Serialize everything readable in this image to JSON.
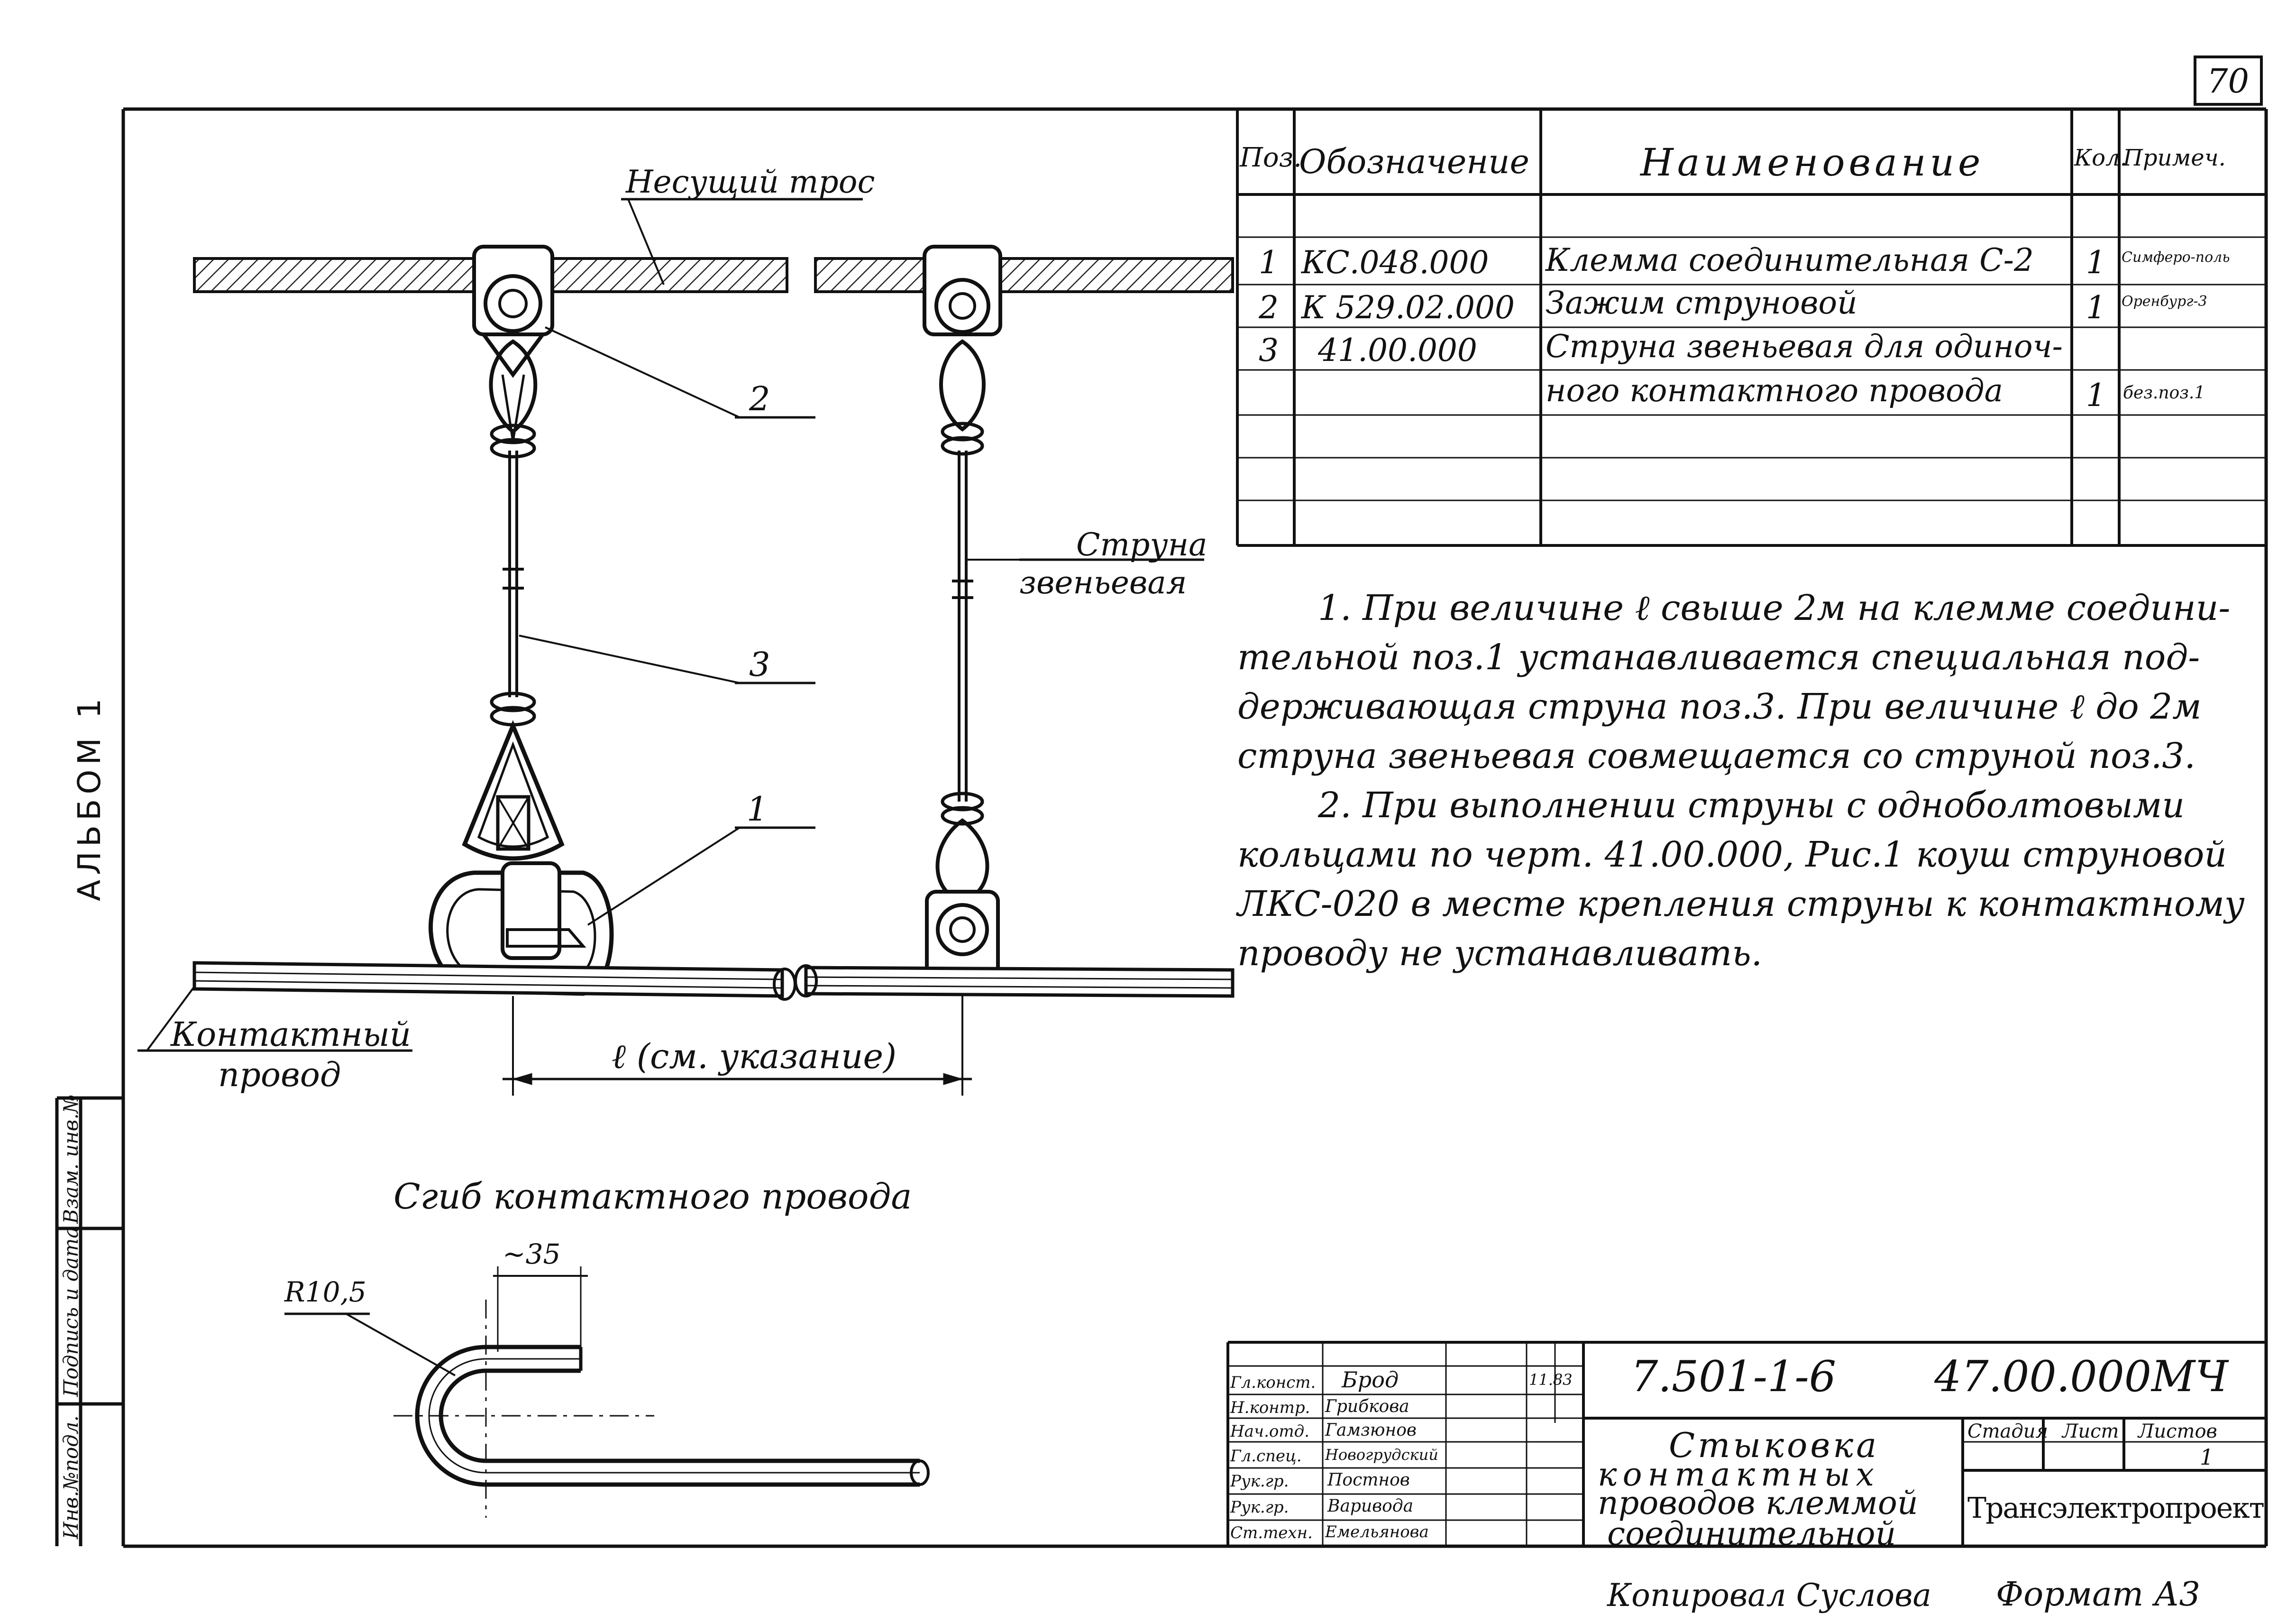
{
  "sheet_number": "70",
  "album_label": "АЛЬБОМ 1",
  "side_stamp": [
    "Инв.№подл.",
    "Подпись и дата",
    "Взам. инв.№"
  ],
  "drawing_labels": {
    "carrier_cable": "Несущий трос",
    "dropper_link": [
      "Струна",
      "звеньевая"
    ],
    "contact_wire": [
      "Контактный",
      "провод"
    ],
    "length": "ℓ (см. указание)",
    "pos_1": "1",
    "pos_2": "2",
    "pos_3": "3"
  },
  "bend_detail": {
    "title": "Сгиб контактного провода",
    "radius": "R10,5",
    "length": "~35"
  },
  "spec_table": {
    "headers": [
      "Поз.",
      "Обозначение",
      "Наименование",
      "Кол.",
      "Примеч."
    ],
    "rows": [
      {
        "pos": "1",
        "code": "КС.048.000",
        "name": "Клемма соединительная   С-2",
        "qty": "1",
        "note": "Симферо-поль"
      },
      {
        "pos": "2",
        "code": "К 529.02.000",
        "name": "Зажим струновой",
        "qty": "1",
        "note": "Оренбург-3"
      },
      {
        "pos": "3",
        "code": "41.00.000",
        "name": "Струна звеньевая для одиноч-",
        "qty": "",
        "note": ""
      },
      {
        "pos": "",
        "code": "",
        "name": "ного контактного провода",
        "qty": "1",
        "note": "без.поз.1"
      }
    ]
  },
  "notes": [
    "1. При величине ℓ свыше 2м на клемме соедини-",
    "тельной поз.1 устанавливается специальная под-",
    "держивающая струна поз.3. При величине ℓ до 2м",
    "струна звеньевая совмещается со струной поз.3.",
    "2. При выполнении струны с одноболтовыми",
    "кольцами по черт. 41.00.000, Рис.1 коуш струновой",
    "ЛКС-020 в месте крепления струны к контактному",
    "проводу не устанавливать."
  ],
  "title_block": {
    "doc_series": "7.501-1-6",
    "doc_code": "47.00.000МЧ",
    "title": [
      "Стыковка",
      "контактных",
      "проводов клеммой",
      "соединительной"
    ],
    "stage_header": "Стадия",
    "sheet_header": "Лист",
    "sheets_header": "Листов",
    "sheets_value": "1",
    "organization": "Трансэлектропроект",
    "date": "11.83",
    "roles": [
      {
        "role": "Гл.конст.",
        "name": "Брод"
      },
      {
        "role": "Н.контр.",
        "name": "Грибкова"
      },
      {
        "role": "Нач.отд.",
        "name": "Гамзюнов"
      },
      {
        "role": "Гл.спец.",
        "name": "Новогрудский"
      },
      {
        "role": "Рук.гр.",
        "name": "Постнов"
      },
      {
        "role": "Рук.гр.",
        "name": "Варивода"
      },
      {
        "role": "Ст.техн.",
        "name": "Емельянова"
      }
    ]
  },
  "footer": {
    "copied_by": "Копировал  Суслова",
    "format": "Формат А3"
  }
}
